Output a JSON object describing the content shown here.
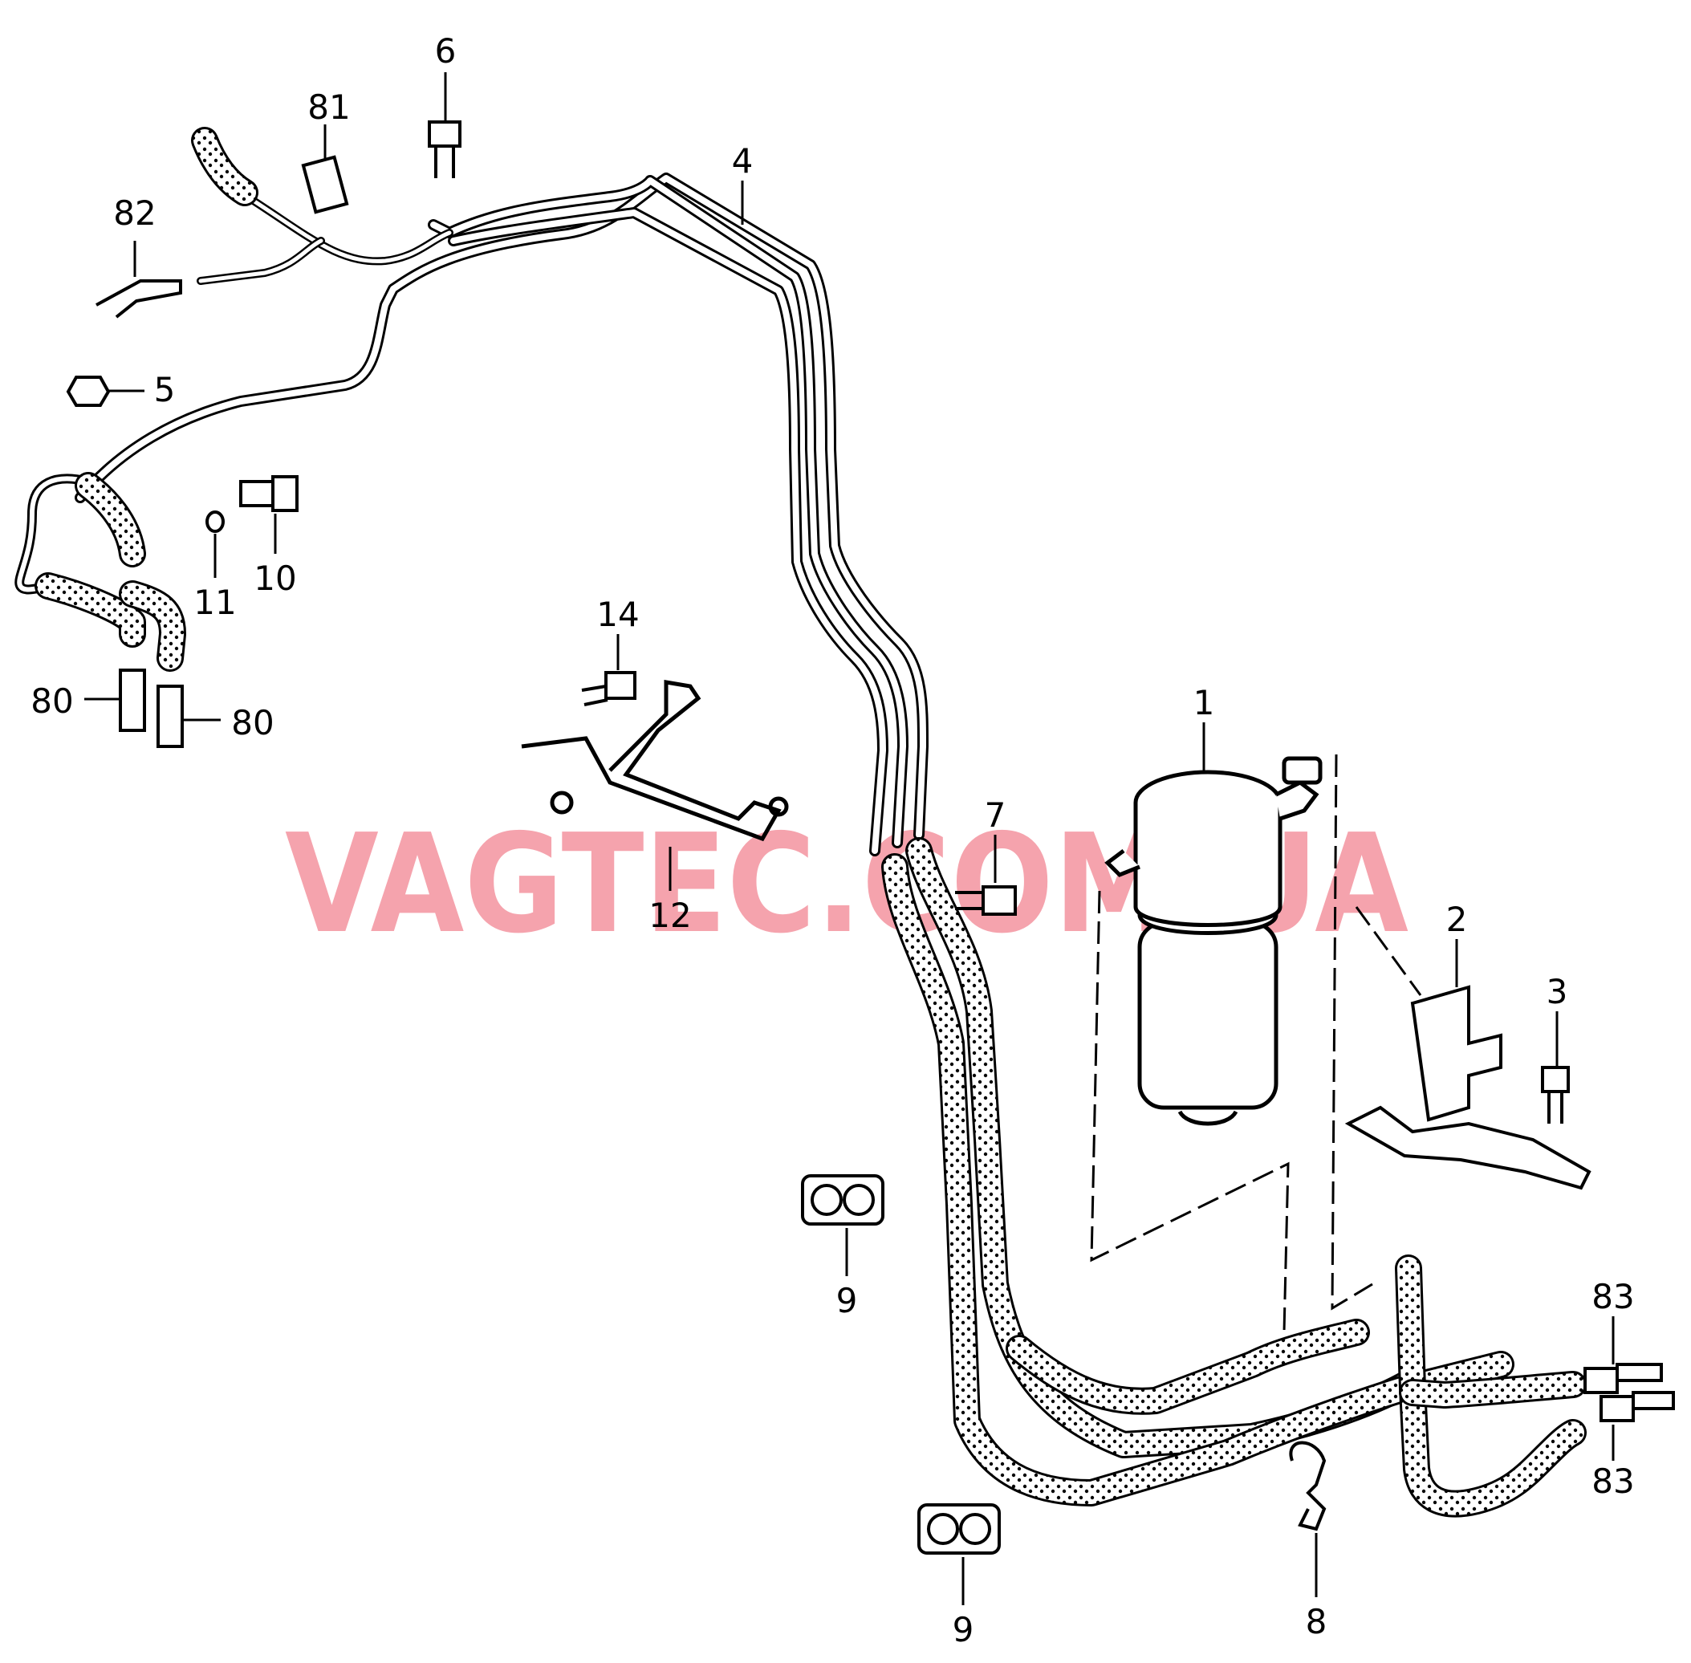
{
  "watermark": "VAGTEC.COM.UA",
  "colors": {
    "line": "#000000",
    "hose_dot": "#000000",
    "watermark": "#f5a3ad",
    "background": "#ffffff"
  },
  "callouts": {
    "c1": "1",
    "c2": "2",
    "c3": "3",
    "c4": "4",
    "c5": "5",
    "c6": "6",
    "c7": "7",
    "c8": "8",
    "c9a": "9",
    "c9b": "9",
    "c10": "10",
    "c11": "11",
    "c12": "12",
    "c14": "14",
    "c80a": "80",
    "c80b": "80",
    "c81": "81",
    "c82": "82",
    "c83a": "83",
    "c83b": "83"
  }
}
